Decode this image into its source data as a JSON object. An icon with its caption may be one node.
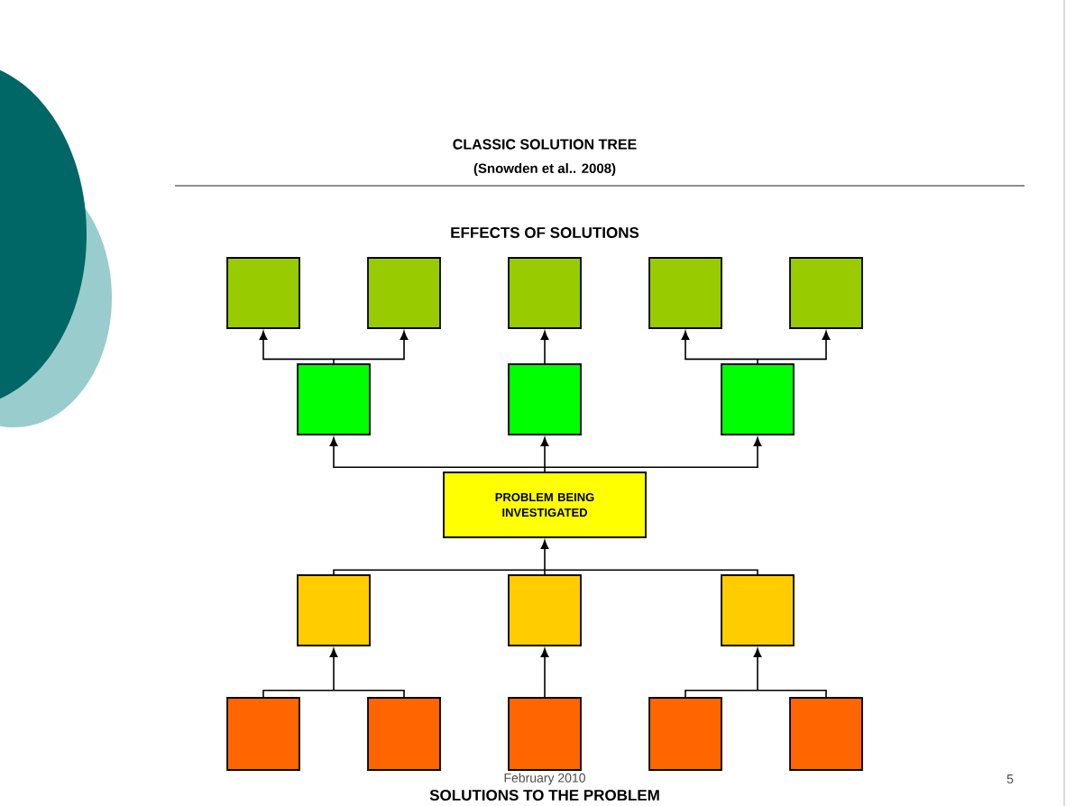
{
  "diagram": {
    "title": "CLASSIC SOLUTION TREE",
    "nodes": [
      {
        "text": [],
        "shape": "box"
      },
      {
        "text": [],
        "shape": "box"
      },
      {
        "text": [],
        "shape": "box"
      },
      {
        "text": [],
        "shape": "box"
      },
      {
        "text": [],
        "shape": "box"
      },
      {
        "text": [],
        "shape": "box"
      },
      {
        "text": [],
        "shape": "box"
      },
      {
        "text": [],
        "shape": "box"
      },
      {
        "text": [
          "PROBLEM BEING INVESTIGATED"
        ]
      },
      {
        "text": [],
        "shape": "box"
      },
      {
        "text": [],
        "shape": "box"
      },
      {
        "text": [],
        "shape": "box"
      },
      {
        "text": [],
        "shape": "box"
      },
      {
        "text": [],
        "shape": "box"
      },
      {
        "text": [],
        "shape": "box"
      },
      {
        "text": [],
        "shape": "box"
      },
      {
        "text": [],
        "shape": "box"
      }
    ],
    "edges": [
      {
        "from": 5,
        "to": 0,
        "arrow": "to"
      },
      {
        "from": 5,
        "to": 1,
        "arrow": "to"
      },
      {
        "from": 6,
        "to": 2,
        "arrow": "to"
      },
      {
        "from": 7,
        "to": 3,
        "arrow": "to"
      },
      {
        "from": 7,
        "to": 4,
        "arrow": "to"
      },
      {
        "from": 8,
        "to": 5,
        "arrow": "to"
      },
      {
        "from": 8,
        "to": 6,
        "arrow": "to"
      },
      {
        "from": 8,
        "to": 7,
        "arrow": "to"
      },
      {
        "from": 9,
        "to": 8,
        "arrow": "to"
      },
      {
        "from": 10,
        "to": 8,
        "arrow": "to"
      },
      {
        "from": 11,
        "to": 8,
        "arrow": "to"
      },
      {
        "from": 12,
        "to": 9,
        "arrow": "to"
      },
      {
        "from": 13,
        "to": 9,
        "arrow": "to"
      },
      {
        "from": 14,
        "to": 10,
        "arrow": "to"
      },
      {
        "from": 15,
        "to": 11,
        "arrow": "to"
      },
      {
        "from": 16,
        "to": 11,
        "arrow": "to"
      }
    ],
    "labels": [
      "(Snowden et al.. 2008)",
      "EFFECTS OF SOLUTIONS",
      "February 2010",
      "5",
      "SOLUTIONS TO THE PROBLEM"
    ]
  }
}
